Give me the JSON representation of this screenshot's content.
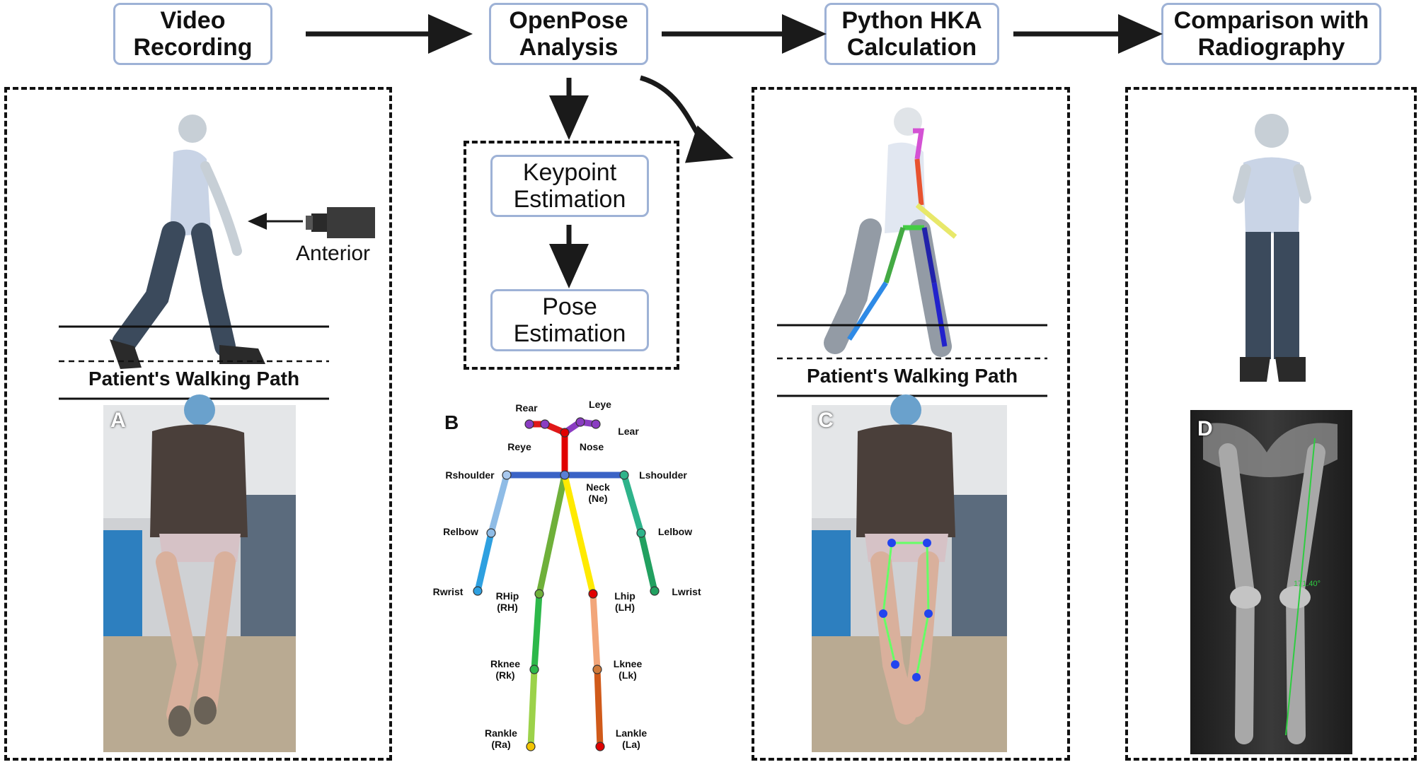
{
  "steps": [
    {
      "label": "Video\nRecording"
    },
    {
      "label": "OpenPose\nAnalysis"
    },
    {
      "label": "Python HKA\nCalculation"
    },
    {
      "label": "Comparison with\nRadiography"
    }
  ],
  "openpose_substeps": [
    {
      "label": "Keypoint\nEstimation"
    },
    {
      "label": "Pose\nEstimation"
    }
  ],
  "camera_label": "Anterior",
  "walking_path_label": "Patient's Walking Path",
  "panel_letters": [
    "A",
    "B",
    "C",
    "D"
  ],
  "keypoints": [
    {
      "id": "rear",
      "label": "Rear"
    },
    {
      "id": "leye",
      "label": "Leye"
    },
    {
      "id": "lear",
      "label": "Lear"
    },
    {
      "id": "reye",
      "label": "Reye"
    },
    {
      "id": "nose",
      "label": "Nose"
    },
    {
      "id": "rshoulder",
      "label": "Rshoulder"
    },
    {
      "id": "lshoulder",
      "label": "Lshoulder"
    },
    {
      "id": "neck",
      "label": "Neck\n(Ne)"
    },
    {
      "id": "relbow",
      "label": "Relbow"
    },
    {
      "id": "lelbow",
      "label": "Lelbow"
    },
    {
      "id": "rwrist",
      "label": "Rwrist"
    },
    {
      "id": "lwrist",
      "label": "Lwrist"
    },
    {
      "id": "rhip",
      "label": "RHip\n(RH)"
    },
    {
      "id": "lhip",
      "label": "Lhip\n(LH)"
    },
    {
      "id": "rknee",
      "label": "Rknee\n(Rk)"
    },
    {
      "id": "lknee",
      "label": "Lknee\n(Lk)"
    },
    {
      "id": "rankle",
      "label": "Rankle\n(Ra)"
    },
    {
      "id": "lankle",
      "label": "Lankle\n(La)"
    }
  ],
  "xray_angle": "171.40°",
  "colors": {
    "box_border": "#9eb2d6",
    "arrow": "#1a1a1a",
    "figure_skin": "#c7cfd6",
    "figure_shirt": "#c9d4e6",
    "figure_pants": "#3b4a5c",
    "hka_line": "#2ecc40"
  }
}
